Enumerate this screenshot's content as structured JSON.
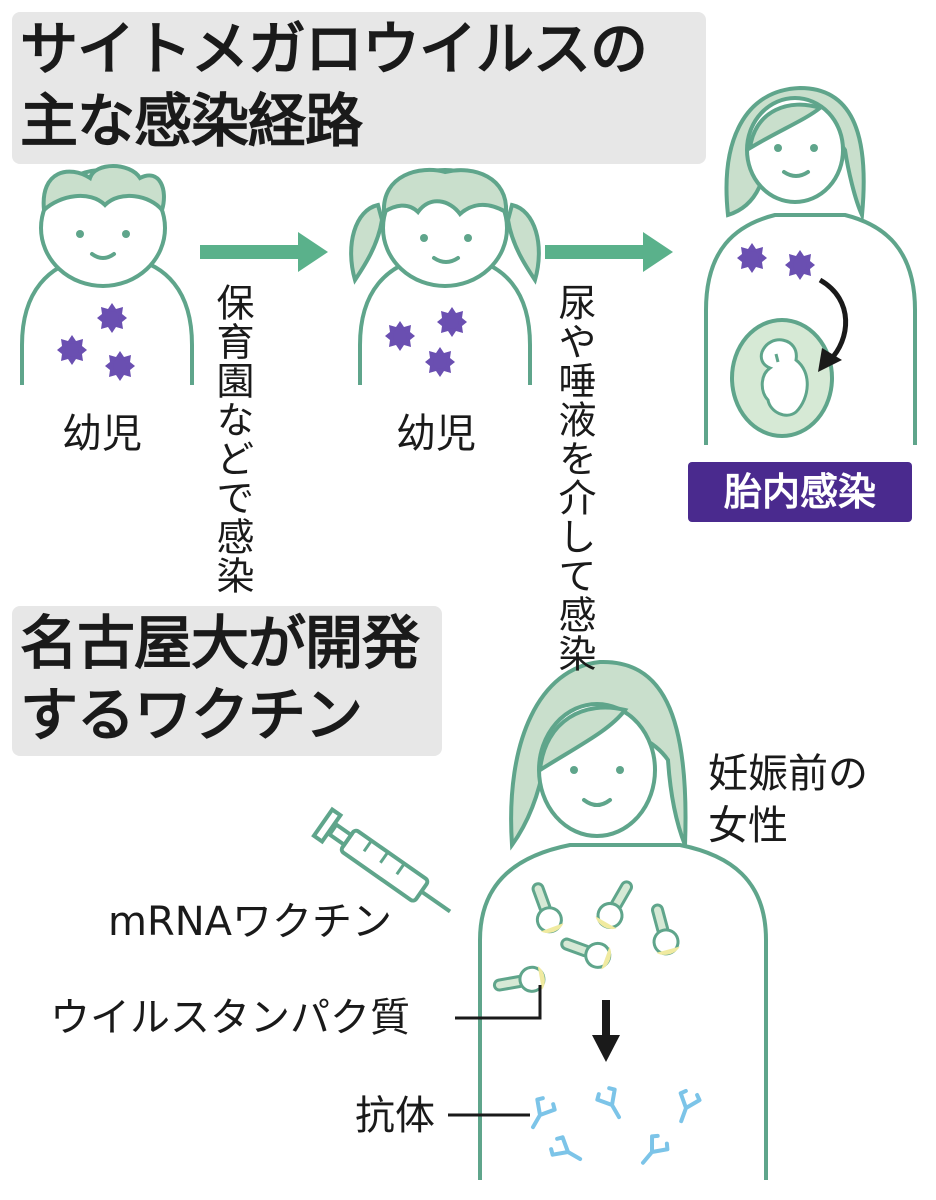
{
  "section1": {
    "title_line1": "サイトメガロウイルスの",
    "title_line2": "主な感染経路",
    "child1_label": "幼児",
    "arrow1_text": "保育園などで感染",
    "child2_label": "幼児",
    "arrow2_text": "尿や唾液を介して感染",
    "result_badge": "胎内感染"
  },
  "section2": {
    "title_line1": "名古屋大が開発",
    "title_line2": "するワクチン",
    "woman_label_line1": "妊娠前の",
    "woman_label_line2": "女性",
    "vaccine_label": "mRNAワクチン",
    "protein_label": "ウイルスタンパク質",
    "antibody_label": "抗体"
  },
  "colors": {
    "body_fill": "#ffffff",
    "outline": "#5fa58b",
    "hair": "#c9dfcc",
    "face_fill": "#d6e9d5",
    "virus": "#6a4fb1",
    "arrow_green": "#5ab18b",
    "badge": "#4a2a8e",
    "protein_green": "#6fb39a",
    "protein_yellow": "#f0eaa0",
    "antibody": "#7cc4e8"
  }
}
